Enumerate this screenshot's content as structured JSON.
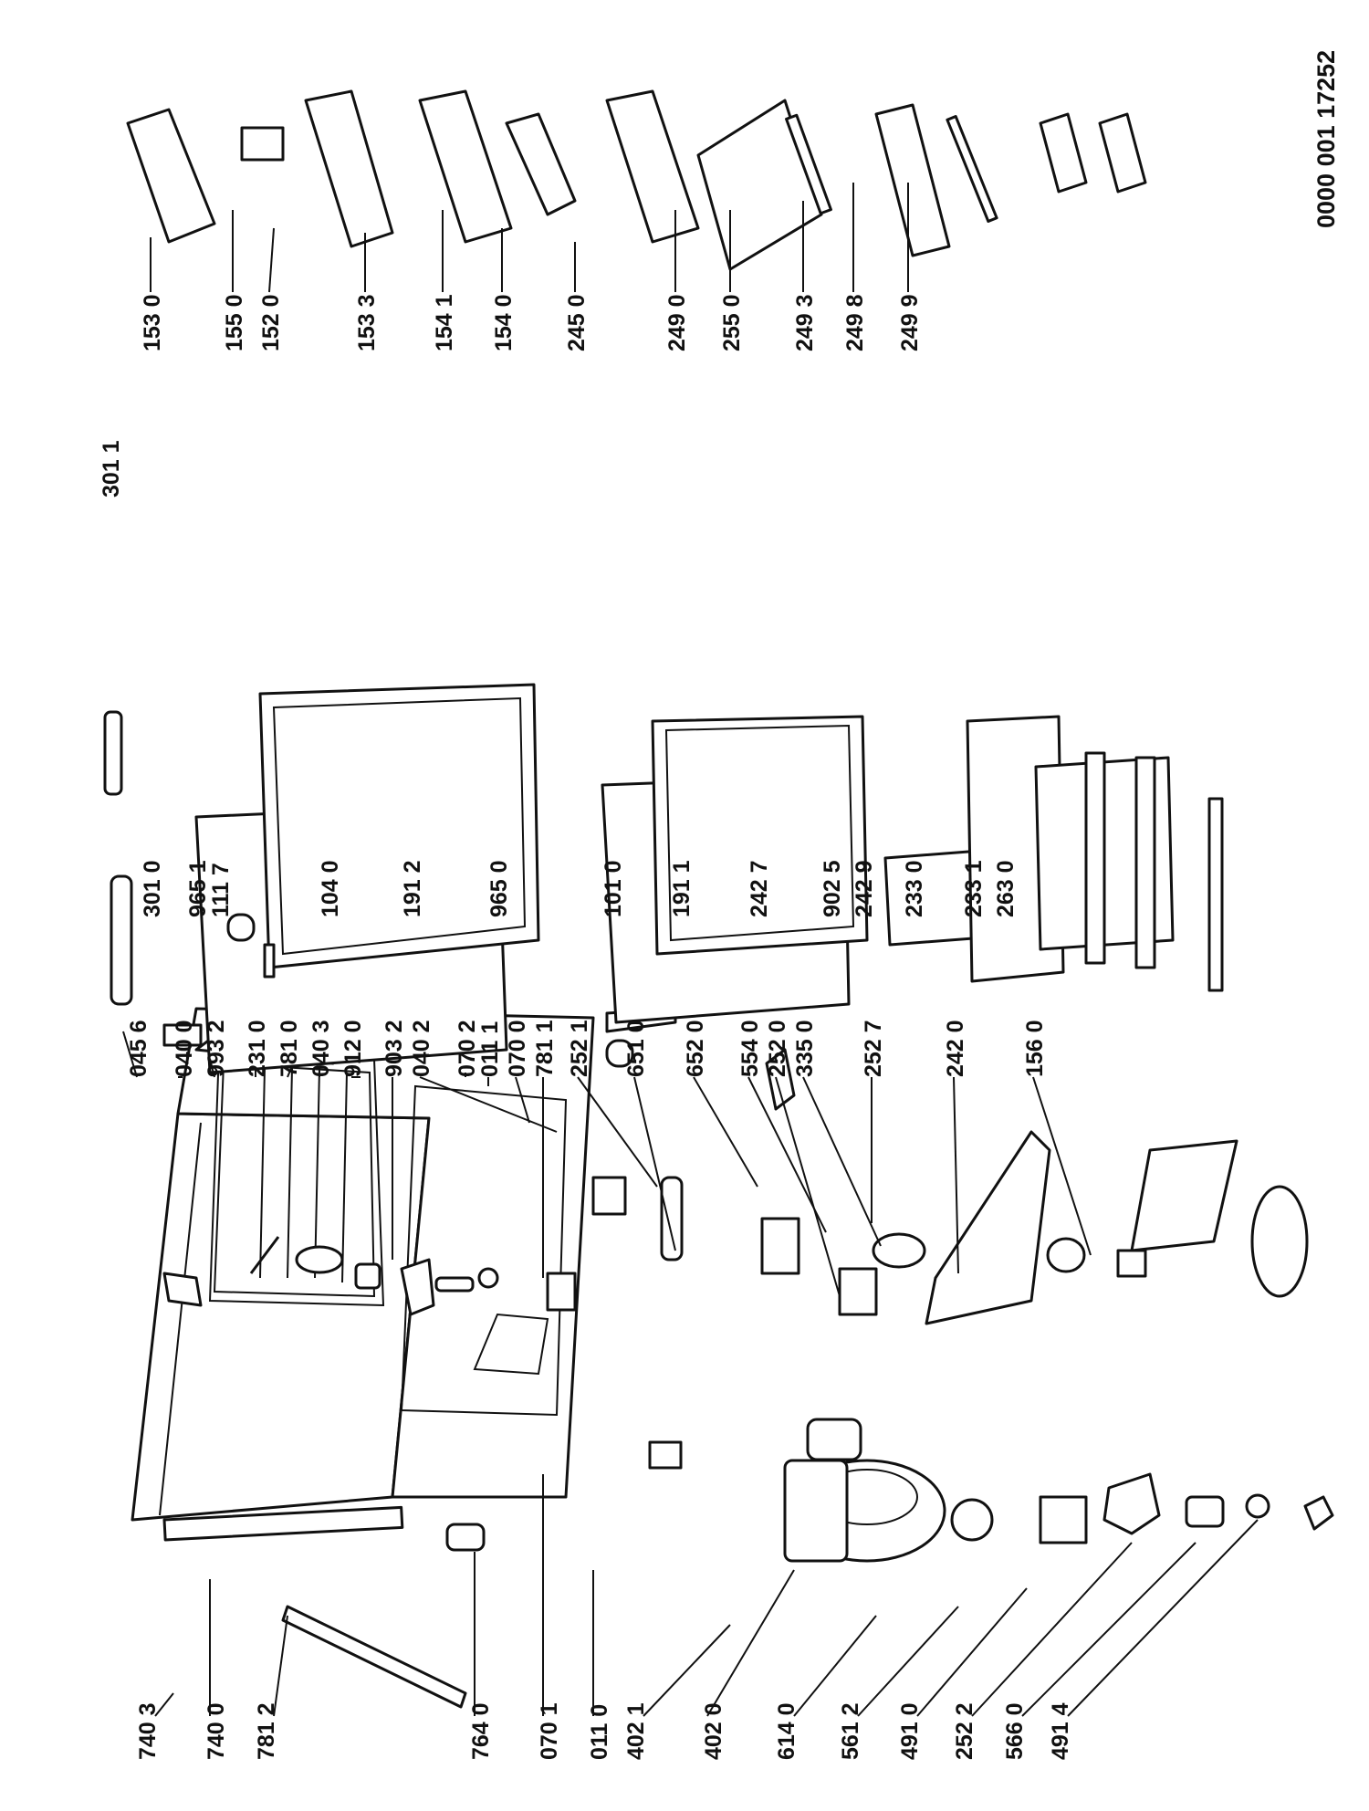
{
  "document_number": "0000 001 17252",
  "labels": [
    "045 6",
    "040 0",
    "993 2",
    "231 0",
    "781 0",
    "040 3",
    "912 0",
    "903 2",
    "040 2",
    "070 2",
    "011 1",
    "070 0",
    "781 1",
    "252 1",
    "651 0",
    "652 0",
    "554 0",
    "252 0",
    "335 0",
    "252 7",
    "242 0",
    "156 0",
    "740 3",
    "740 0",
    "781 2",
    "764 0",
    "070 1",
    "011 0",
    "402 1",
    "402 0",
    "614 0",
    "561 2",
    "491 0",
    "252 2",
    "566 0",
    "491 4",
    "301 0",
    "965 1",
    "111 7",
    "104 0",
    "191 2",
    "965 0",
    "101 0",
    "191 1",
    "242 7",
    "902 5",
    "242 9",
    "233 0",
    "233 1",
    "263 0",
    "301 1",
    "153 0",
    "155 0",
    "152 0",
    "153 3",
    "154 1",
    "154 0",
    "245 0",
    "249 0",
    "255 0",
    "249 3",
    "249 8",
    "249 9"
  ]
}
